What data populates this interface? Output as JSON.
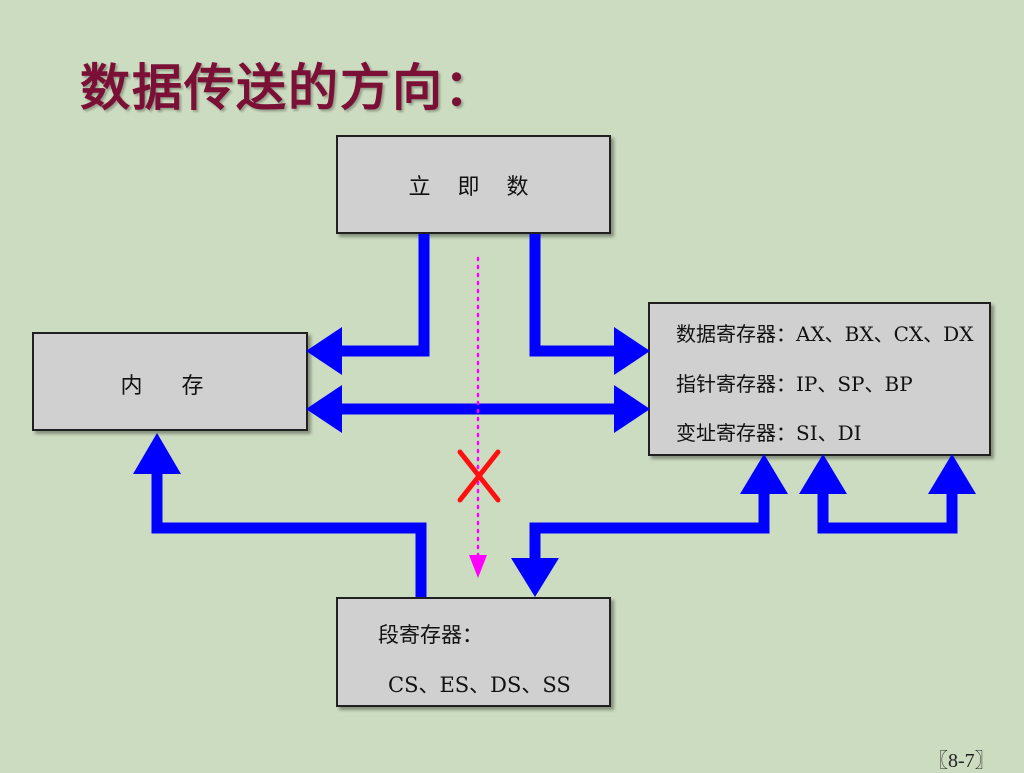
{
  "title": "数据传送的方向：",
  "nodes": {
    "immediate": {
      "label": "立 即 数"
    },
    "memory": {
      "label": "内 存"
    },
    "registers": {
      "lines": [
        "数据寄存器：AX、BX、CX、DX",
        "指针寄存器：IP、SP、BP",
        "变址寄存器：SI、DI"
      ]
    },
    "segment": {
      "line1": "段寄存器：",
      "line2": "CS、ES、DS、SS"
    }
  },
  "page_number": "〖8-7〗",
  "colors": {
    "arrow": "#0000ff",
    "forbidden_arrow": "#ff00ff",
    "cross": "#ff1010",
    "title": "#7a1036",
    "background": "#ccdcc0",
    "box_fill": "#d0d0d0"
  },
  "icons": {
    "forbidden_mark": "cross-mark-icon"
  }
}
